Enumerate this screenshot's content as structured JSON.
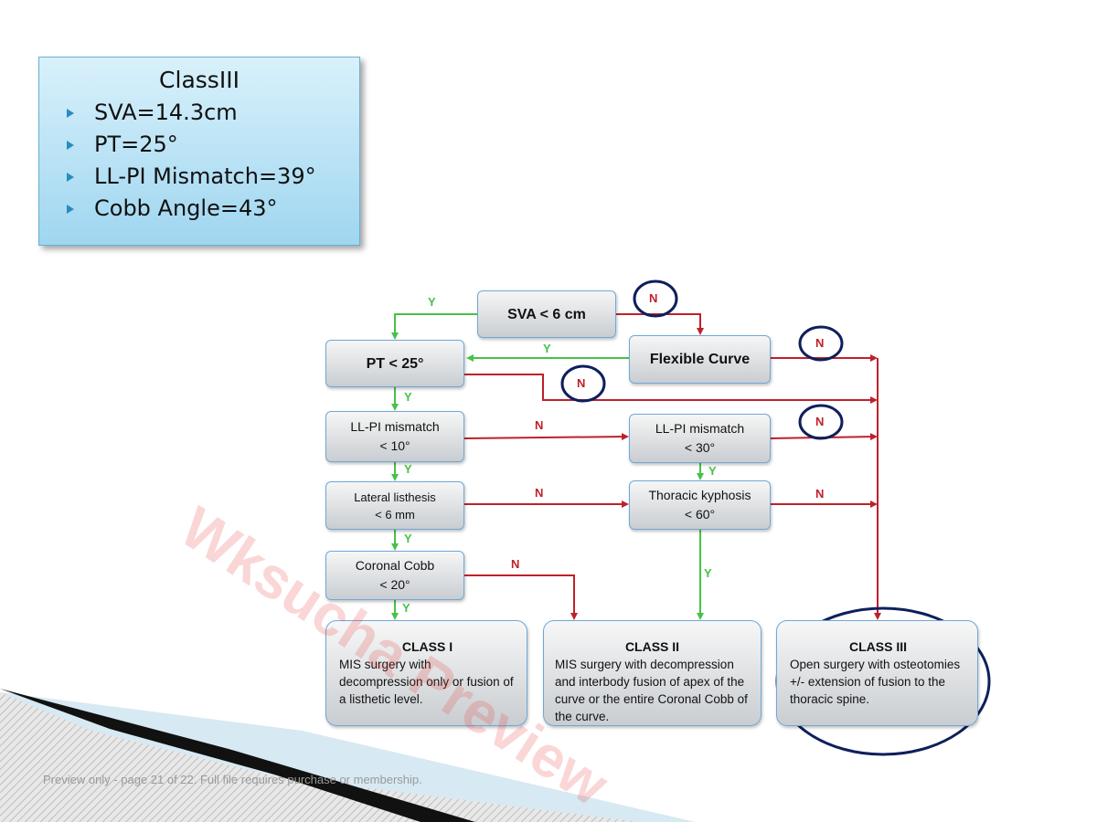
{
  "infobox": {
    "title": "ClassIII",
    "items": [
      "SVA=14.3cm",
      "PT=25°",
      "LL-PI Mismatch=39°",
      "Cobb Angle=43°"
    ]
  },
  "flow": {
    "sva": "SVA < 6 cm",
    "flexible": "Flexible Curve",
    "pt": "PT < 25°",
    "llpi1_line1": "LL-PI mismatch",
    "llpi1_line2": "< 10°",
    "llpi2_line1": "LL-PI mismatch",
    "llpi2_line2": "< 30°",
    "lateral_line1": "Lateral listhesis",
    "lateral_line2": "< 6 mm",
    "thoracic_line1": "Thoracic kyphosis",
    "thoracic_line2": "< 60°",
    "coronal_line1": "Coronal Cobb",
    "coronal_line2": "< 20°",
    "yes": "Y",
    "no": "N"
  },
  "classes": {
    "c1_title": "CLASS I",
    "c1_desc": "MIS surgery with decompression only or fusion of a listhetic level.",
    "c2_title": "CLASS II",
    "c2_desc": "MIS surgery with decompression and interbody fusion of apex of the curve or the entire Coronal Cobb of the curve.",
    "c3_title": "CLASS III",
    "c3_desc": "Open surgery with osteotomies +/- extension of fusion to the thoracic spine."
  },
  "watermark": "Wksucha Preview",
  "footer": "Preview only - page 21 of 22. Full file requires purchase or membership.",
  "colors": {
    "yes_line": "#47c247",
    "no_line": "#c0202a",
    "circle": "#0e1f5c",
    "box_border": "#6fa8d8"
  }
}
